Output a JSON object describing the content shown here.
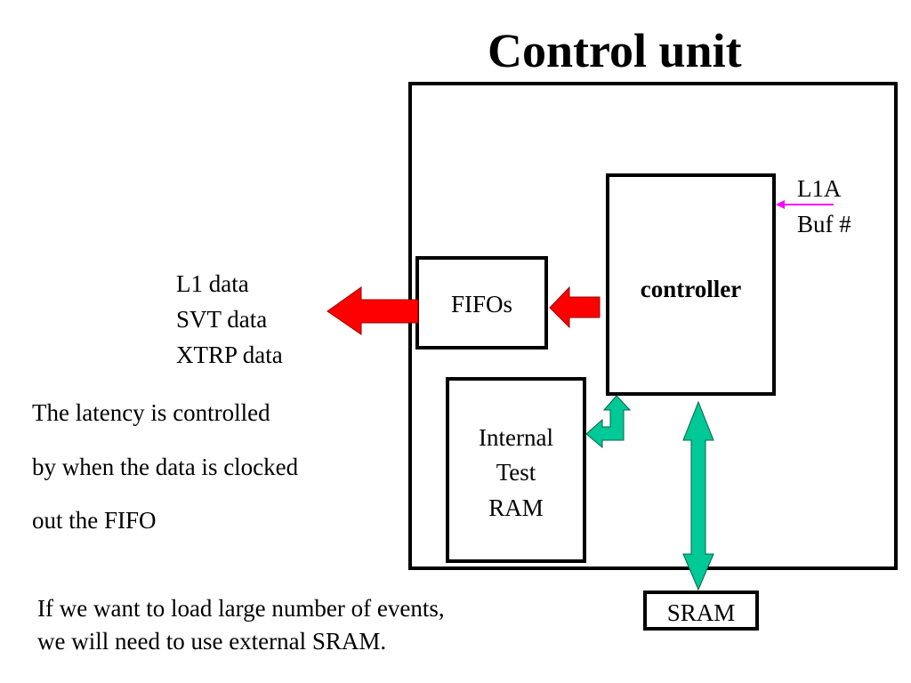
{
  "slide": {
    "title": "Control unit",
    "blocks": {
      "controller": "controller",
      "fifos": "FIFOs",
      "internal_test_ram": [
        "Internal",
        "Test",
        "RAM"
      ],
      "sram": "SRAM"
    },
    "signals": {
      "l1a": "L1A",
      "buf": "Buf #"
    },
    "outputs": [
      "L1 data",
      "SVT data",
      "XTRP data"
    ],
    "latency_note": [
      "The latency is controlled",
      "by when the data is clocked",
      "out the FIFO"
    ],
    "sram_note": [
      "If we want to load large number of events,",
      "we will need to use external SRAM."
    ],
    "colors": {
      "data_arrow": "#ff0000",
      "bus_arrow": "#00c896",
      "signal_arrow": "#ff00ff",
      "outline": "#000000"
    }
  }
}
